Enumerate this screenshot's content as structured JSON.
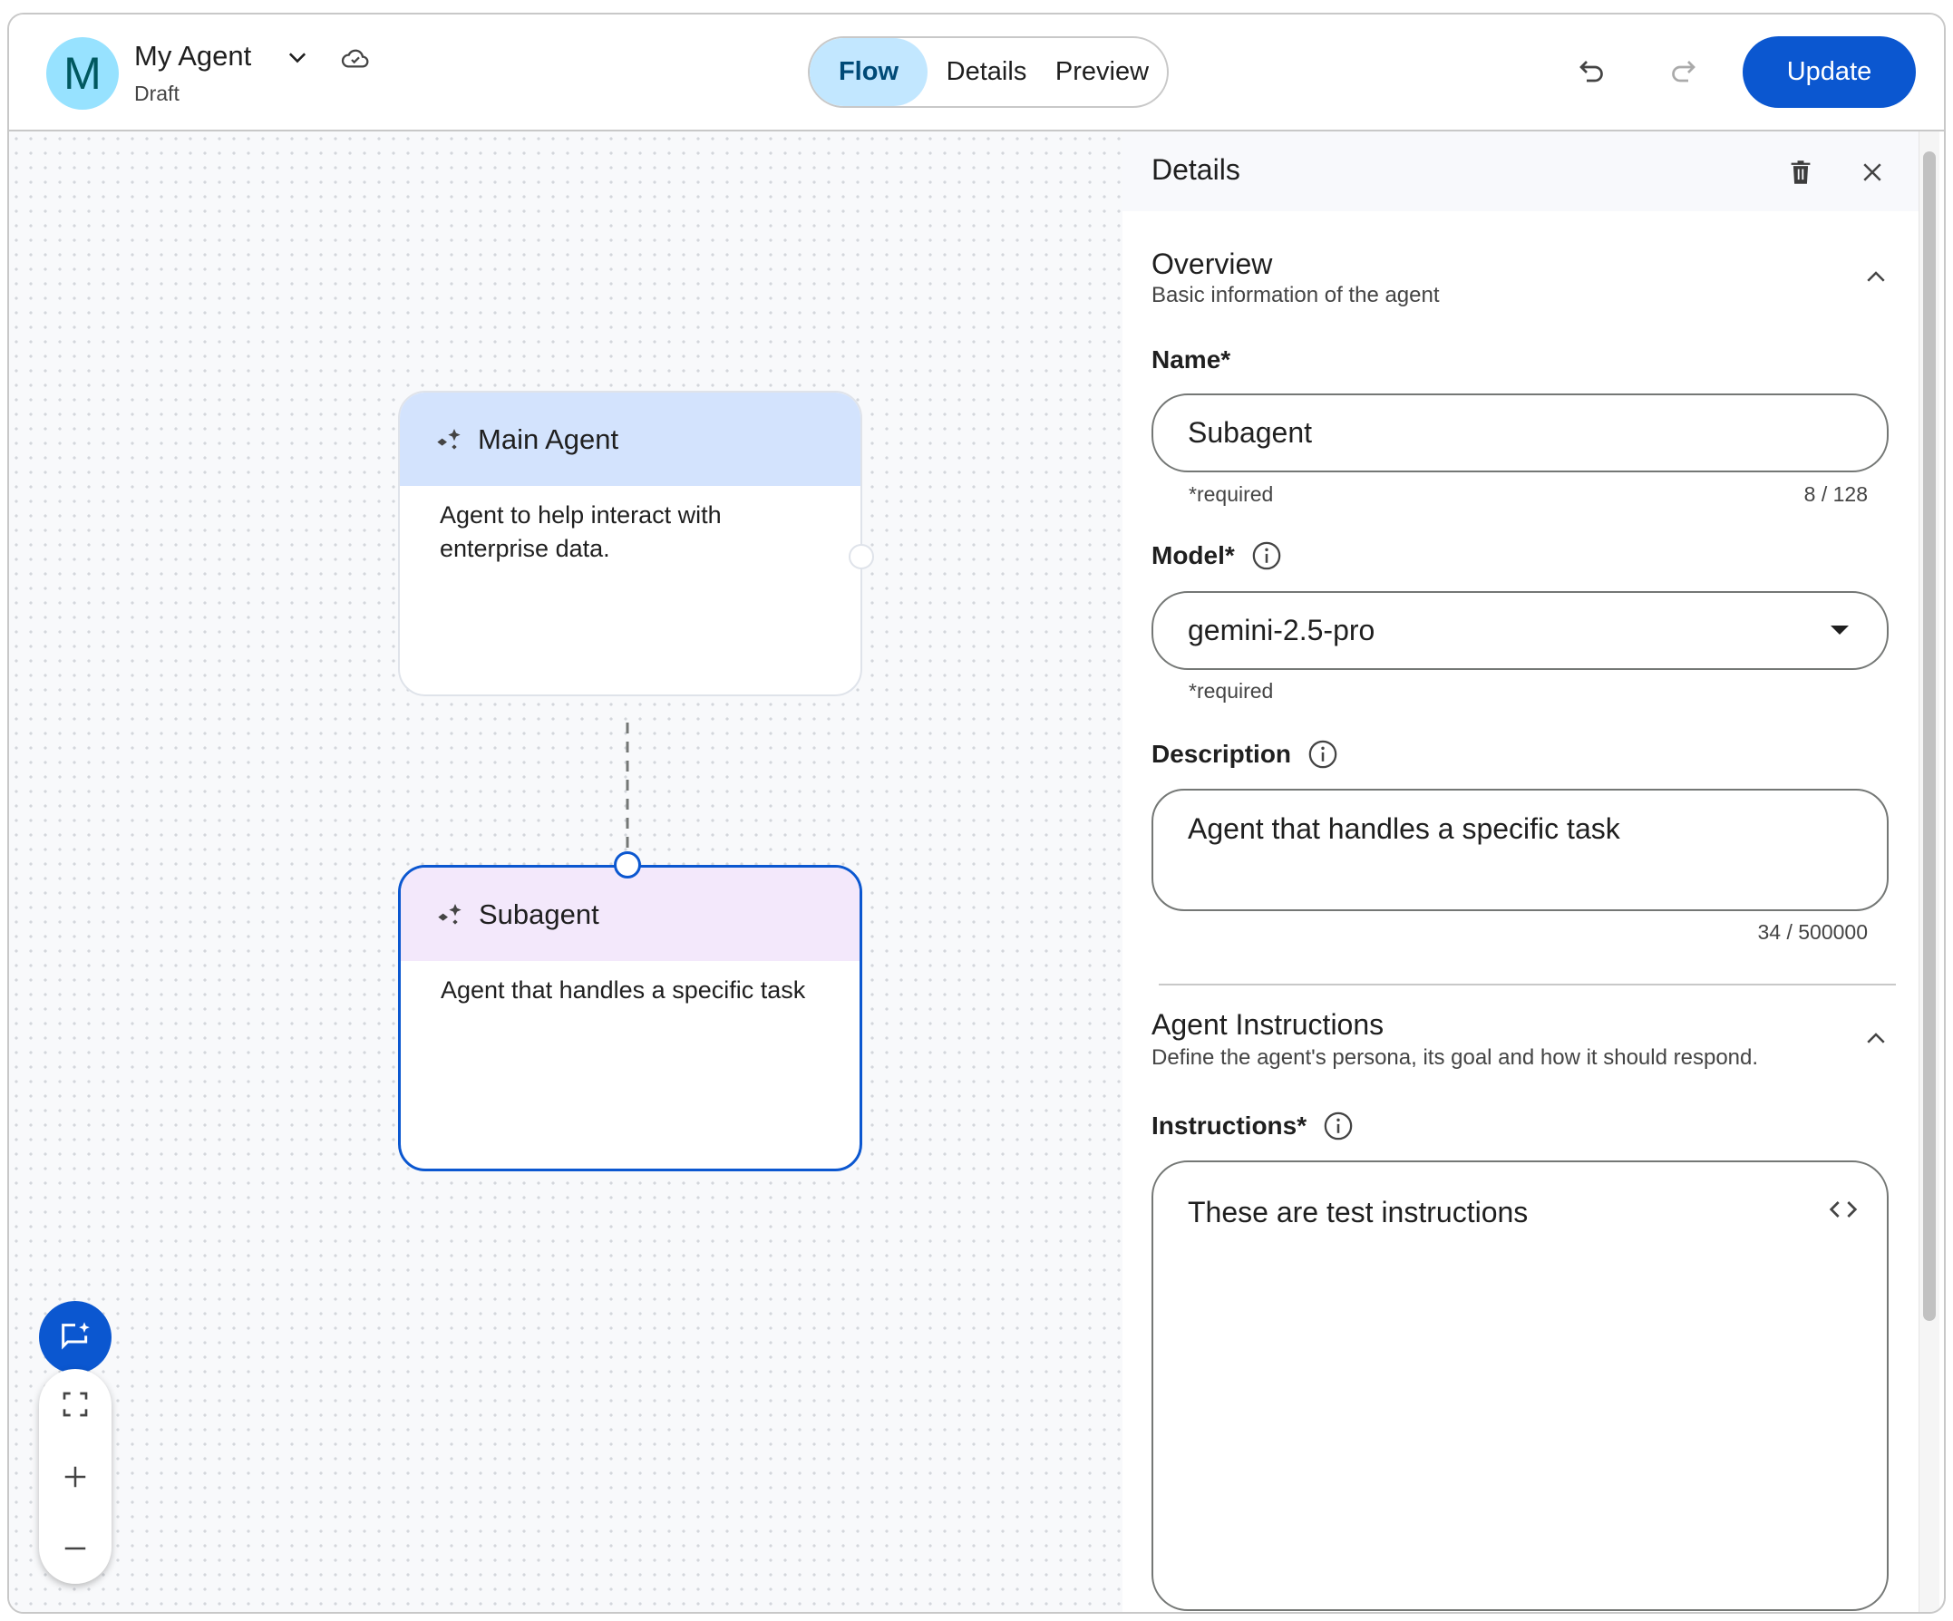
{
  "header": {
    "avatar_letter": "M",
    "agent_name": "My Agent",
    "status": "Draft",
    "tabs": [
      {
        "label": "Flow",
        "active": true
      },
      {
        "label": "Details",
        "active": false
      },
      {
        "label": "Preview",
        "active": false
      }
    ],
    "update_label": "Update"
  },
  "canvas": {
    "nodes": [
      {
        "title": "Main Agent",
        "description": "Agent to help interact with enterprise data."
      },
      {
        "title": "Subagent",
        "description": "Agent that handles a specific task"
      }
    ]
  },
  "panel": {
    "title": "Details",
    "overview": {
      "title": "Overview",
      "subtitle": "Basic information of the agent",
      "name_label": "Name*",
      "name_value": "Subagent",
      "name_helper": "*required",
      "name_count": "8 / 128",
      "model_label": "Model*",
      "model_value": "gemini-2.5-pro",
      "model_helper": "*required",
      "description_label": "Description",
      "description_value": "Agent that handles a specific task",
      "description_count": "34 / 500000"
    },
    "instructions": {
      "title": "Agent Instructions",
      "subtitle": "Define the agent's persona, its goal and how it should respond.",
      "label": "Instructions*",
      "value": "These are test instructions"
    }
  },
  "colors": {
    "accent": "#0b57d0",
    "main_node_header": "#d3e3fd",
    "sub_node_header": "#f3e8fb",
    "active_tab": "#c2e7ff"
  }
}
